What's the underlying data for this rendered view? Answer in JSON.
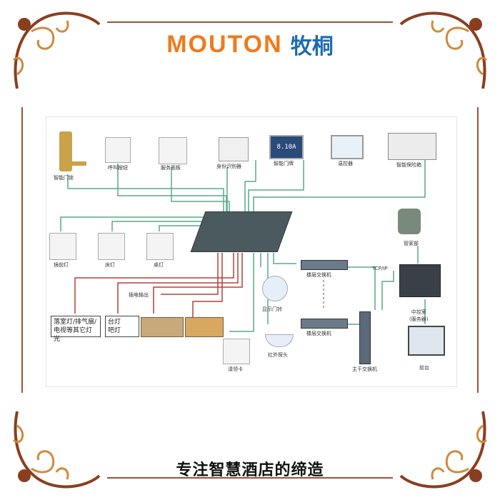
{
  "brand": {
    "name_en": "MOUTON",
    "name_cn": "牧桐",
    "color_en": "#f07a1c",
    "color_cn": "#1d6bb3"
  },
  "slogan": "专注智慧酒店的缔造",
  "diagram": {
    "devices_top": [
      {
        "id": "smart-lock",
        "label": "智能门锁"
      },
      {
        "id": "call-button",
        "label": "呼叫按钮"
      },
      {
        "id": "service-panel",
        "label": "服务面板"
      },
      {
        "id": "id-reader",
        "label": "身份识别器"
      },
      {
        "id": "doorplate",
        "label": "智能门牌",
        "display": "8.10A"
      },
      {
        "id": "thermostat",
        "label": "温控器"
      },
      {
        "id": "safe",
        "label": "智能保险箱"
      }
    ],
    "switches_left": [
      {
        "id": "mirror-light",
        "label": "镜前灯"
      },
      {
        "id": "bed-light",
        "label": "床灯"
      },
      {
        "id": "desk-light",
        "label": "桌灯"
      }
    ],
    "outlet_label": "插电输出",
    "box_all_lights": "落室灯/排气扇/电视等其它灯光",
    "box_lamp": "台灯\n吧灯",
    "doorbell_label": "显示门铃",
    "card_switch_label": "请领卡",
    "sensor_label": "红外探头",
    "floor_switch_1": "楼层交换机",
    "floor_switch_2": "楼层交换机",
    "trunk_switch": "主干交换机",
    "tcpip": "TCP/IP",
    "housekeeping": "管家部",
    "server_label": "中控室\n(服务器)",
    "front_desk": "前台",
    "line_colors": {
      "green": "#5aa88a",
      "red": "#b0403a"
    }
  }
}
